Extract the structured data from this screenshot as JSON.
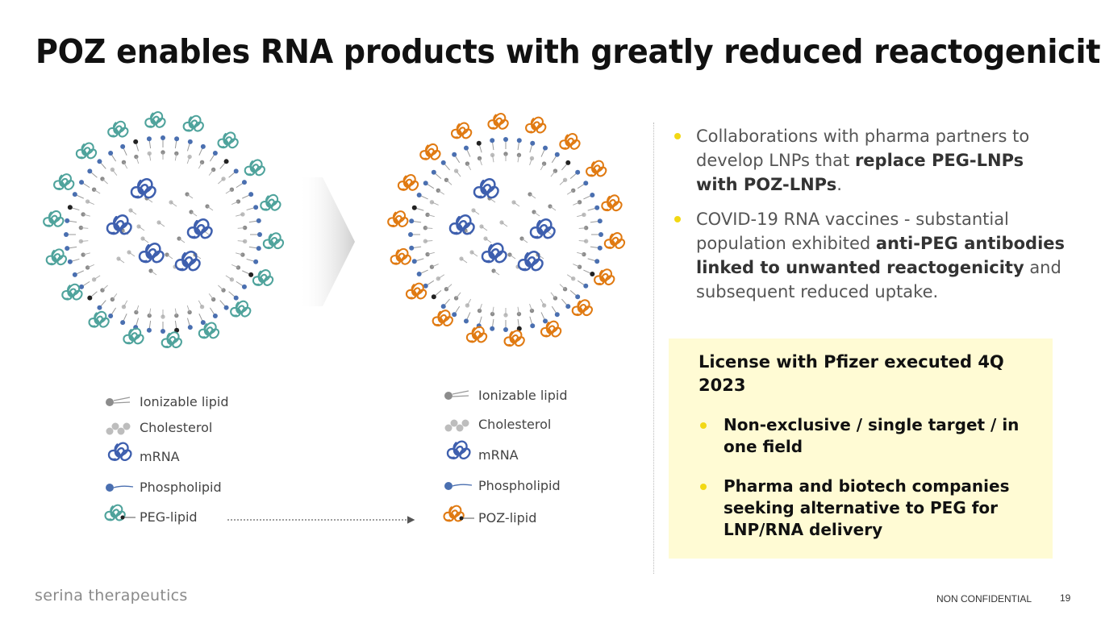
{
  "title": "POZ enables RNA products with greatly reduced reactogenicity",
  "figure": {
    "left_legend": [
      "Ionizable lipid",
      "Cholesterol",
      "mRNA",
      "Phospholipid",
      "PEG-lipid"
    ],
    "right_legend": [
      "Ionizable lipid",
      "Cholesterol",
      "mRNA",
      "Phospholipid",
      "POZ-lipid"
    ],
    "colors": {
      "peg": "#4fa39c",
      "poz": "#e07a12",
      "phospholipid": "#4a6fb0",
      "lipid": "#8c8c8c",
      "cholesterol": "#bdbdbd",
      "mrna": "#3e5fae"
    }
  },
  "bullets": [
    {
      "parts": [
        "Collaborations with pharma partners to develop LNPs that ",
        "replace PEG-LNPs with POZ-LNPs",
        "."
      ]
    },
    {
      "parts": [
        "COVID-19 RNA vaccines - substantial population exhibited ",
        "anti-PEG antibodies linked to unwanted reactogenicity",
        " and subsequent reduced uptake."
      ]
    }
  ],
  "license_box": {
    "title": "License with Pfizer executed 4Q 2023",
    "items": [
      "Non-exclusive / single target / in one field",
      "Pharma and biotech companies seeking alternative to PEG for LNP/RNA delivery"
    ],
    "bg_color": "#fffbd4"
  },
  "footer": {
    "brand": "serina therapeutics",
    "confidentiality": "NON CONFIDENTIAL",
    "page_number": "19"
  }
}
